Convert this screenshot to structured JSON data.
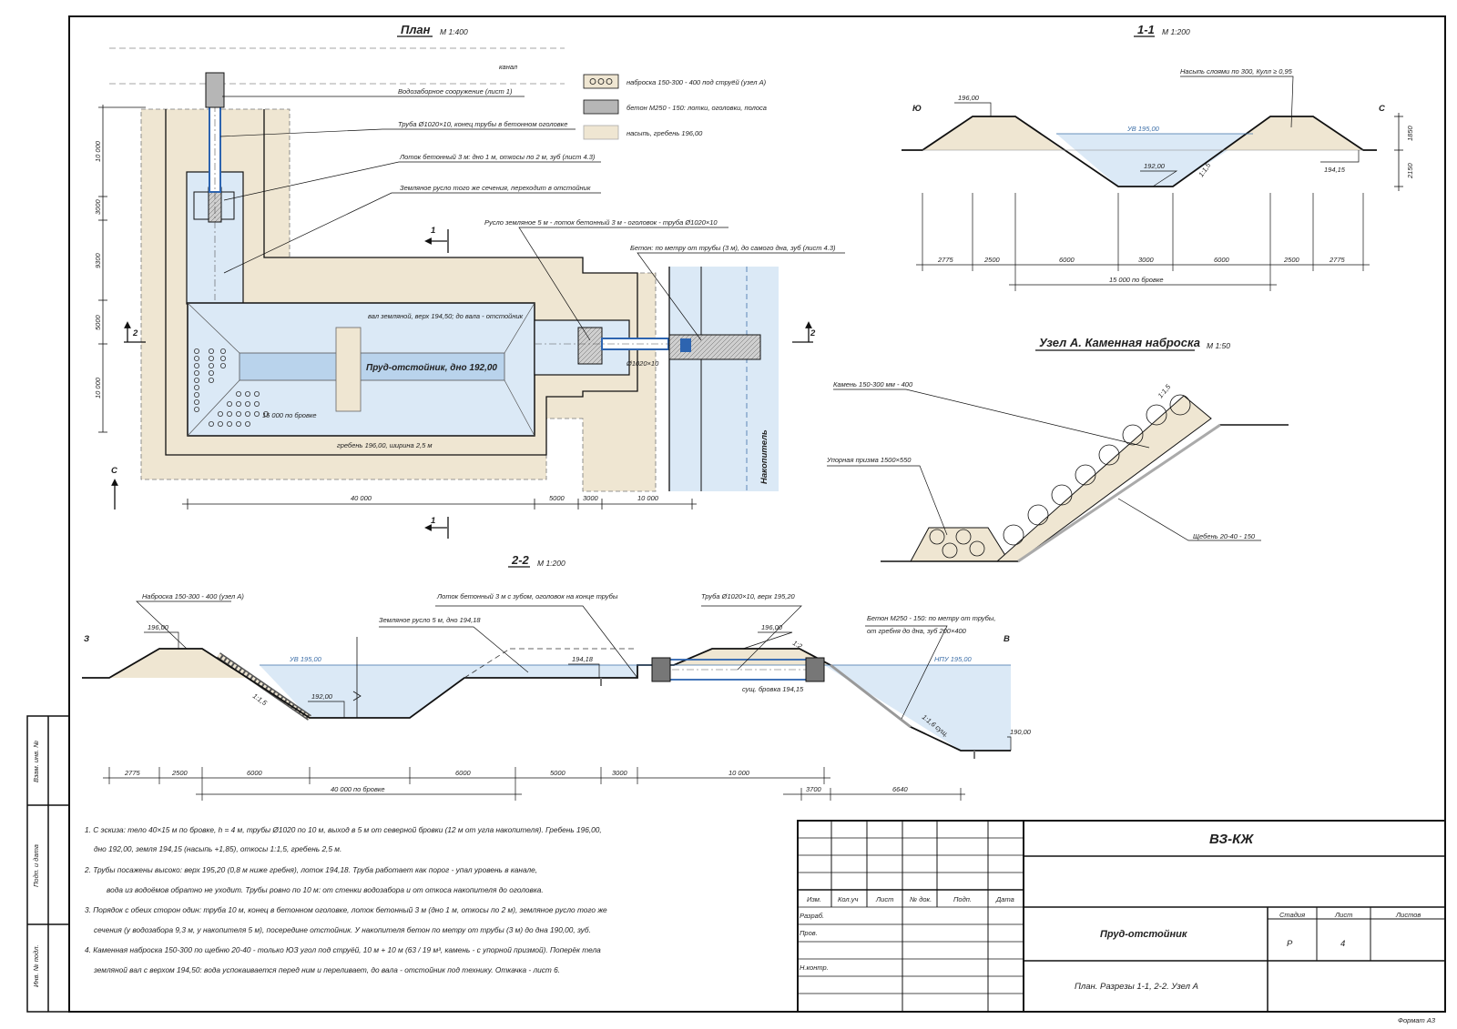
{
  "colors": {
    "earth": "#efe6d2",
    "water": "#dbe9f6",
    "concrete": "#b6b6b6",
    "ink": "#111111",
    "water_text": "#3d6fa8"
  },
  "plan": {
    "title": "План",
    "scale": "М 1:400",
    "canal_label": "канал",
    "legend": [
      {
        "swatch": "riprap",
        "text": "наброска 150-300 - 400 под струёй (узел А)"
      },
      {
        "swatch": "concrete",
        "text": "бетон М250 - 150: лотки, оголовки, полоса"
      },
      {
        "swatch": "earth",
        "text": "насыпь, гребень 196,00"
      }
    ],
    "callouts": [
      "Водозаборное сооружение (лист 1)",
      "Труба Ø1020×10, конец трубы в бетонном оголовке",
      "Лоток бетонный 3 м: дно 1 м, откосы по 2 м, зуб (лист 4.3)",
      "Земляное русло того же сечения, переходит в отстойник",
      "Русло земляное 5 м - лоток бетонный 3 м - оголовок - труба Ø1020×10",
      "Бетон: по метру от трубы (3 м), до самого дна, зуб (лист 4.3)"
    ],
    "inner_labels": {
      "dam_crest": "вал земляной, верх 194,50; до вала - отстойник",
      "pond": "Пруд-отстойник, дно 192,00",
      "brow": "15 000 по бровке",
      "crest": "гребень 196,00, ширина 2,5 м",
      "pipe": "Ø1020×10",
      "reservoir": "Накопитель",
      "north": "С"
    },
    "section_marks": [
      "1",
      "1",
      "2",
      "2"
    ],
    "vertical_dims": [
      "10 000",
      "3000",
      "9300",
      "5000",
      "10 000"
    ],
    "bottom_dims": [
      "40 000",
      "5000",
      "3000",
      "10 000"
    ]
  },
  "section_1_1": {
    "title": "1-1",
    "scale": "М 1:200",
    "south": "Ю",
    "north": "С",
    "fill_note": "Насыпь слоями по 300, Кулл ≥ 0,95",
    "water": "УВ 195,00",
    "elev_crest": "196,00",
    "elev_bottom": "192,00",
    "elev_ground": "194,15",
    "slope": "1:1,5",
    "vert_dims": [
      "1850",
      "2150"
    ],
    "dims": [
      "2775",
      "2500",
      "6000",
      "3000",
      "6000",
      "2500",
      "2775"
    ],
    "total": "15 000 по бровке"
  },
  "node_a": {
    "title": "Узел А. Каменная наброска",
    "scale": "М 1:50",
    "stone": "Камень 150-300 мм - 400",
    "prism": "Упорная призма 1500×550",
    "gravel": "Щебень 20-40 - 150",
    "slope": "1:1,5"
  },
  "section_2_2": {
    "title": "2-2",
    "scale": "М 1:200",
    "west": "З",
    "east": "В",
    "callouts": [
      "Наброска 150-300 - 400 (узел А)",
      "Лоток бетонный 3 м с зубом, оголовок на конце трубы",
      "Труба Ø1020×10, верх 195,20",
      "Земляное русло 5 м, дно 194,18",
      "Бетон М250 - 150: по метру от трубы,",
      "от гребня до дна, зуб 200×400"
    ],
    "water_left": "УВ 195,00",
    "water_right": "НПУ 195,00",
    "elev_crest_left": "196,00",
    "elev_crest_right": "196,00",
    "elev_bottom": "192,00",
    "elev_channel": "194,18",
    "elev_reservoir": "190,00",
    "existing_brow": "сущ. бровка 194,15",
    "slope_left": "1:1,5",
    "slope_right": "1:1,6 сущ.",
    "slope_dam": "1:2",
    "dims": [
      "2775",
      "2500",
      "6000",
      "6000",
      "5000",
      "3000",
      "10 000"
    ],
    "total": "40 000 по бровке",
    "dims_right": [
      "3700",
      "6640"
    ]
  },
  "notes": [
    "1. С эскиза: тело 40×15 м по бровке, h = 4 м, трубы Ø1020 по 10 м, выход в 5 м от северной бровки (12 м от угла накопителя). Гребень 196,00,",
    "дно 192,00, земля 194,15 (насыпь +1,85), откосы 1:1,5, гребень 2,5 м.",
    "2. Трубы посажены высоко: верх 195,20 (0,8 м ниже гребня), лоток 194,18. Труба работает как порог - упал уровень в канале,",
    "вода из водоёмов обратно не уходит. Трубы ровно по 10 м: от стенки водозабора и от откоса накопителя до оголовка.",
    "3. Порядок с обеих сторон один: труба 10 м, конец в бетонном оголовке, лоток бетонный 3 м (дно 1 м, откосы по 2 м), земляное русло того же",
    "сечения (у водозабора 9,3 м, у накопителя 5 м), посередине отстойник. У накопителя бетон по метру от трубы (3 м) до дна 190,00, зуб.",
    "4. Каменная наброска 150-300 по щебню 20-40 - только ЮЗ угол под струёй, 10 м + 10 м (63 / 19 м³, камень - с упорной призмой). Поперёк тела",
    "земляной вал с верхом 194,50: вода успокаивается перед ним и переливает, до вала - отстойник под технику. Откачка - лист 6."
  ],
  "side_stamp": [
    "Взам. инв. №",
    "Подп. и дата",
    "Инв. № подл."
  ],
  "title_block": {
    "code": "ВЗ-КЖ",
    "headers": [
      "Изм.",
      "Кол.уч",
      "Лист",
      "№ док.",
      "Подп.",
      "Дата"
    ],
    "roles": [
      "Разраб.",
      "Пров.",
      "Н.контр."
    ],
    "object": "Пруд-отстойник",
    "sheet_title": "План. Разрезы 1-1, 2-2. Узел А",
    "stage_label": "Стадия",
    "sheet_label": "Лист",
    "sheets_label": "Листов",
    "stage": "Р",
    "sheet": "4",
    "sheets": ""
  },
  "format": "Формат А3"
}
